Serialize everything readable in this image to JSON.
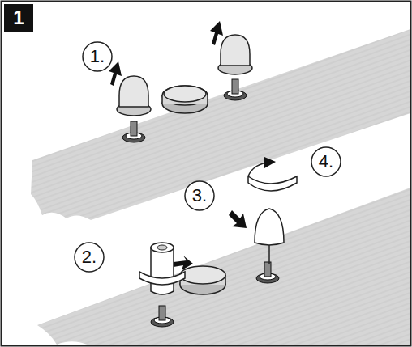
{
  "diagram": {
    "labels": [
      "1",
      "1.",
      "2.",
      "3.",
      "4."
    ]
  }
}
